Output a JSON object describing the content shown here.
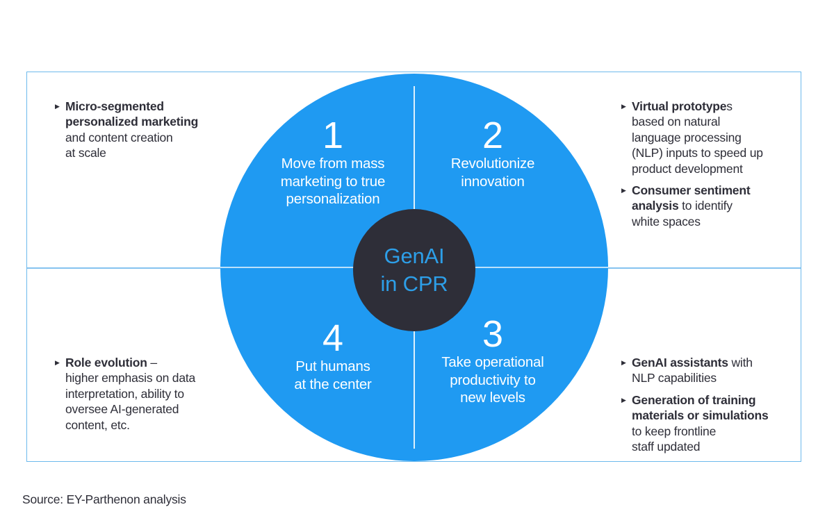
{
  "colors": {
    "circle_blue": "#1F9AF2",
    "dark": "#2E2E38",
    "center_text_blue": "#2D9FE8",
    "frame_border": "#6DB9EC",
    "divider_blue": "#85C3EF"
  },
  "icons": {
    "bullet": "▶"
  },
  "center": {
    "label": "GenAI\nin CPR"
  },
  "quadrants": [
    {
      "number": "1",
      "label": "Move from mass\nmarketing to true\npersonalization"
    },
    {
      "number": "2",
      "label": "Revolutionize\ninnovation"
    },
    {
      "number": "3",
      "label": "Take operational\nproductivity to\nnew levels"
    },
    {
      "number": "4",
      "label": "Put humans\nat the center"
    }
  ],
  "panels": {
    "top_left": {
      "bullets": [
        {
          "bold": "Micro-segmented\npersonalized marketing",
          "rest": "\nand content creation\nat scale"
        }
      ]
    },
    "top_right": {
      "bullets": [
        {
          "bold": "Virtual prototype",
          "rest": "s\nbased on natural\nlanguage processing\n(NLP) inputs to speed up\nproduct development"
        },
        {
          "bold": "Consumer sentiment\nanalysis",
          "rest": " to identify\nwhite spaces"
        }
      ]
    },
    "bottom_left": {
      "bullets": [
        {
          "bold": "Role evolution",
          "rest": " –\nhigher emphasis on data\ninterpretation, ability to\noversee AI-generated\ncontent, etc."
        }
      ]
    },
    "bottom_right": {
      "bullets": [
        {
          "bold": "GenAI assistants",
          "rest": " with\nNLP capabilities"
        },
        {
          "bold": "Generation of training\nmaterials or simulations",
          "rest": "\nto keep frontline\nstaff updated"
        }
      ]
    }
  },
  "page": {
    "source_note": "Source: EY-Parthenon analysis"
  }
}
